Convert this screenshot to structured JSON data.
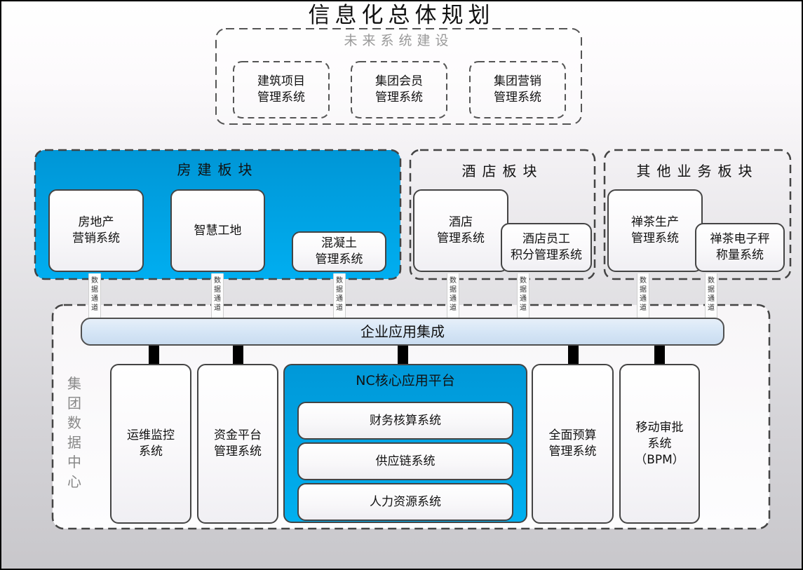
{
  "title": "信息化总体规划",
  "future": {
    "title": "未来系统建设",
    "systems": [
      {
        "lines": [
          "建筑项目",
          "管理系统"
        ]
      },
      {
        "lines": [
          "集团会员",
          "管理系统"
        ]
      },
      {
        "lines": [
          "集团营销",
          "管理系统"
        ]
      }
    ]
  },
  "segments": [
    {
      "title": "房建板块",
      "systems": [
        {
          "lines": [
            "房地产",
            "营销系统"
          ]
        },
        {
          "lines": [
            "智慧工地"
          ]
        },
        {
          "lines": [
            "混凝土",
            "管理系统"
          ]
        }
      ]
    },
    {
      "title": "酒店板块",
      "systems": [
        {
          "lines": [
            "酒店",
            "管理系统"
          ]
        },
        {
          "lines": [
            "酒店员工",
            "积分管理系统"
          ]
        }
      ]
    },
    {
      "title": "其他业务板块",
      "systems": [
        {
          "lines": [
            "禅茶生产",
            "管理系统"
          ]
        },
        {
          "lines": [
            "禅茶电子秤",
            "称量系统"
          ]
        }
      ]
    }
  ],
  "data_channels": [
    "数据通道",
    "数据通道",
    "数据通道",
    "数据通道",
    "数据通道",
    "数据通道",
    "数据通道"
  ],
  "integration": {
    "label": "企业应用集成"
  },
  "data_center": {
    "label": "集团数据中心",
    "systems": [
      {
        "lines": [
          "运维监控",
          "系统"
        ]
      },
      {
        "lines": [
          "资金平台",
          "管理系统"
        ]
      },
      {
        "lines": [
          "全面预算",
          "管理系统"
        ]
      },
      {
        "lines": [
          "移动审批",
          "系统",
          "（BPM）"
        ]
      }
    ],
    "nc_platform": {
      "title": "NC核心应用平台",
      "modules": [
        "财务核算系统",
        "供应链系统",
        "人力资源系统"
      ]
    }
  },
  "colors": {
    "accent_blue": "#0098d8",
    "accent_blue_light": "#00b0f0",
    "integration_bar": "#d6e6f6",
    "border": "#444444",
    "connector": "#000000",
    "muted_text": "#888888"
  }
}
